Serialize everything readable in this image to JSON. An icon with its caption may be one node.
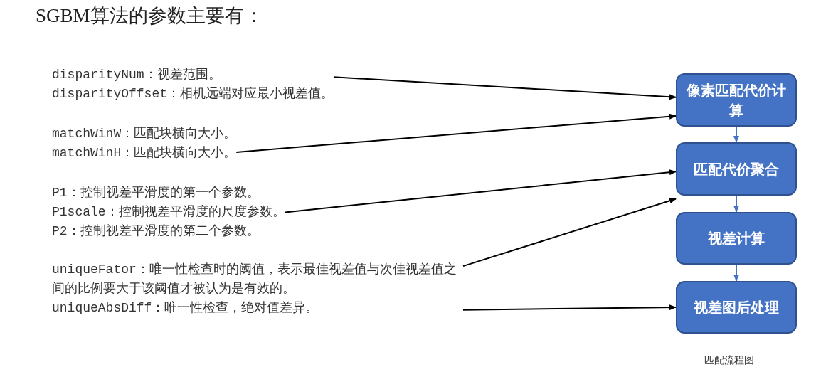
{
  "diagram": {
    "title": "SGBM算法的参数主要有：",
    "caption": "匹配流程图",
    "nodes": [
      {
        "text": [
          "disparityNum：视差范围。",
          "disparityOffset：相机远端对应最小视差值。"
        ]
      },
      {
        "text": [
          "matchWinW：匹配块横向大小。",
          "matchWinH：匹配块横向大小。"
        ]
      },
      {
        "text": [
          "P1：控制视差平滑度的第一个参数。",
          "P1scale：控制视差平滑度的尺度参数。",
          "P2：控制视差平滑度的第二个参数。"
        ]
      },
      {
        "text": [
          "uniqueFator：唯一性检查时的阈值，表示最佳视差值与次佳视差值之间的比例要大于该阈值才被认为是有效的。",
          "uniqueAbsDiff：唯一性检查，绝对值差异。"
        ]
      },
      {
        "text": [
          "像素匹配代价计算"
        ]
      },
      {
        "text": [
          "匹配代价聚合"
        ]
      },
      {
        "text": [
          "视差计算"
        ]
      },
      {
        "text": [
          "视差图后处理"
        ]
      }
    ],
    "edges": [
      {
        "from": 0,
        "to": 4,
        "arrow": "to"
      },
      {
        "from": 1,
        "to": 4,
        "arrow": "to"
      },
      {
        "from": 2,
        "to": 5,
        "arrow": "to"
      },
      {
        "from": 3,
        "to": 6,
        "arrow": "to"
      },
      {
        "from": 3,
        "to": 7,
        "arrow": "to"
      },
      {
        "from": 4,
        "to": 5,
        "arrow": "to",
        "color": "#4472c4"
      },
      {
        "from": 5,
        "to": 6,
        "arrow": "to",
        "color": "#4472c4"
      },
      {
        "from": 6,
        "to": 7,
        "arrow": "to",
        "color": "#4472c4"
      }
    ]
  }
}
